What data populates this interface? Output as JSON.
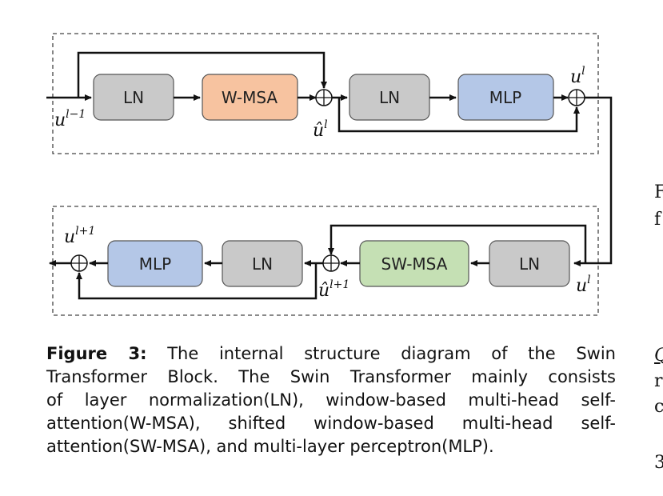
{
  "diagram": {
    "top_row": {
      "input": {
        "base": "u",
        "sup": "l−1"
      },
      "blocks": [
        "LN",
        "W-MSA",
        "LN",
        "MLP"
      ],
      "mid_label": {
        "base": "û",
        "sup": "l"
      },
      "output": {
        "base": "u",
        "sup": "l"
      }
    },
    "bottom_row": {
      "input": {
        "base": "u",
        "sup": "l"
      },
      "blocks": [
        "LN",
        "SW-MSA",
        "LN",
        "MLP"
      ],
      "mid_label": {
        "base": "û",
        "sup": "l+1"
      },
      "output": {
        "base": "u",
        "sup": "l+1"
      }
    },
    "colors": {
      "ln": "#c9c9c9",
      "wmsa": "#f7c3a0",
      "mlp": "#b4c7e7",
      "swmsa": "#c5e0b4",
      "stroke": "#555555"
    }
  },
  "caption": {
    "label": "Figure 3:",
    "lines": [
      "The internal structure diagram of the Swin",
      "Transformer Block. The Swin Transformer mainly consists",
      "of layer normalization(LN), window-based multi-head self-",
      "attention(W-MSA), shifted window-based multi-head self-",
      "attention(SW-MSA), and multi-layer perceptron(MLP)."
    ]
  },
  "edge_fragments": [
    "F",
    "f",
    "Q",
    "r",
    "c",
    "3"
  ]
}
